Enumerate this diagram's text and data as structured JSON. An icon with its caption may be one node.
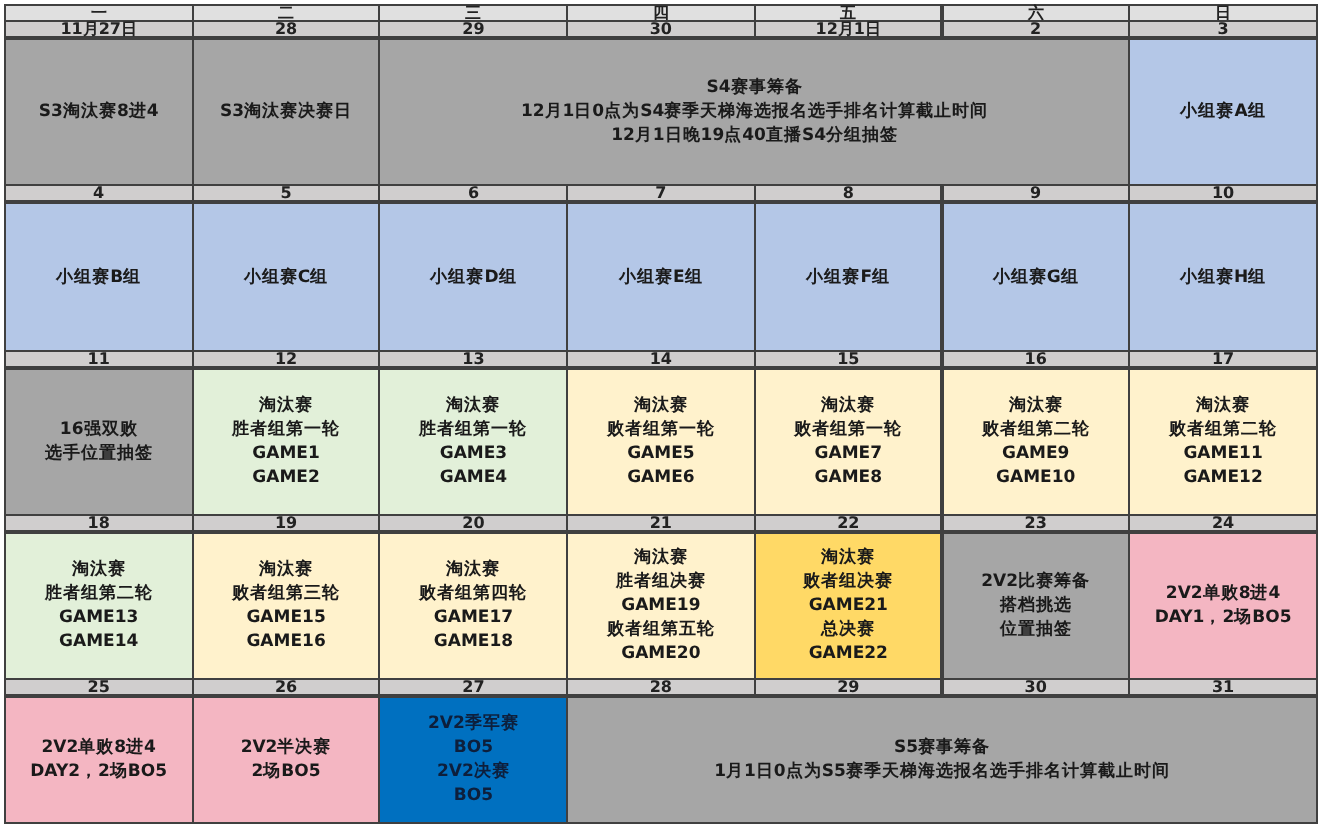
{
  "diagram": {
    "nodes": [
      {
        "text": [
          "S3淘汰赛8进4"
        ]
      },
      {
        "text": [
          "S3淘汰赛决赛日"
        ]
      },
      {
        "text": [
          "S4赛事筹备",
          "12月1日0点为S4赛季天梯海选报名选手排名计算截止时间",
          "12月1日晚19点40直播S4分组抽签"
        ]
      },
      {
        "text": [
          "小组赛A组"
        ]
      },
      {
        "text": [
          "小组赛B组"
        ]
      },
      {
        "text": [
          "小组赛C组"
        ]
      },
      {
        "text": [
          "小组赛D组"
        ]
      },
      {
        "text": [
          "小组赛E组"
        ]
      },
      {
        "text": [
          "小组赛F组"
        ]
      },
      {
        "text": [
          "小组赛G组"
        ]
      },
      {
        "text": [
          "小组赛H组"
        ]
      },
      {
        "text": [
          "16强双败",
          "选手位置抽签"
        ]
      },
      {
        "text": [
          "淘汰赛",
          "胜者组第一轮",
          "GAME1",
          "GAME2"
        ]
      },
      {
        "text": [
          "淘汰赛",
          "胜者组第一轮",
          "GAME3",
          "GAME4"
        ]
      },
      {
        "text": [
          "淘汰赛",
          "败者组第一轮",
          "GAME5",
          "GAME6"
        ]
      },
      {
        "text": [
          "淘汰赛",
          "败者组第一轮",
          "GAME7",
          "GAME8"
        ]
      },
      {
        "text": [
          "淘汰赛",
          "败者组第二轮",
          "GAME9",
          "GAME10"
        ]
      },
      {
        "text": [
          "淘汰赛",
          "败者组第二轮",
          "GAME11",
          "GAME12"
        ]
      },
      {
        "text": [
          "淘汰赛",
          "胜者组第二轮",
          "GAME13",
          "GAME14"
        ]
      },
      {
        "text": [
          "淘汰赛",
          "败者组第三轮",
          "GAME15",
          "GAME16"
        ]
      },
      {
        "text": [
          "淘汰赛",
          "败者组第四轮",
          "GAME17",
          "GAME18"
        ]
      },
      {
        "text": [
          "淘汰赛",
          "胜者组决赛",
          "GAME19",
          "败者组第五轮",
          "GAME20"
        ]
      },
      {
        "text": [
          "淘汰赛",
          "败者组决赛",
          "GAME21",
          "总决赛",
          "GAME22"
        ]
      },
      {
        "text": [
          "2V2比赛筹备",
          "搭档挑选",
          "位置抽签"
        ]
      },
      {
        "text": [
          "2V2单败8进4",
          "DAY1，2场BO5"
        ]
      },
      {
        "text": [
          "2V2单败8进4",
          "DAY2，2场BO5"
        ]
      },
      {
        "text": [
          "2V2半决赛",
          "2场BO5"
        ]
      },
      {
        "text": [
          "2V2季军赛",
          "BO5",
          "2V2决赛",
          "BO5"
        ]
      },
      {
        "text": [
          "S5赛事筹备",
          "1月1日0点为S5赛季天梯海选报名选手排名计算截止时间"
        ]
      }
    ],
    "labels": [
      "一",
      "二",
      "三",
      "四",
      "五",
      "六",
      "日",
      "11月27日",
      "28",
      "29",
      "30",
      "12月1日",
      "2",
      "3",
      "4",
      "5",
      "6",
      "7",
      "8",
      "9",
      "10",
      "11",
      "12",
      "13",
      "14",
      "15",
      "16",
      "17",
      "18",
      "19",
      "20",
      "21",
      "22",
      "23",
      "24",
      "25",
      "26",
      "27",
      "28",
      "29",
      "30",
      "31"
    ]
  }
}
